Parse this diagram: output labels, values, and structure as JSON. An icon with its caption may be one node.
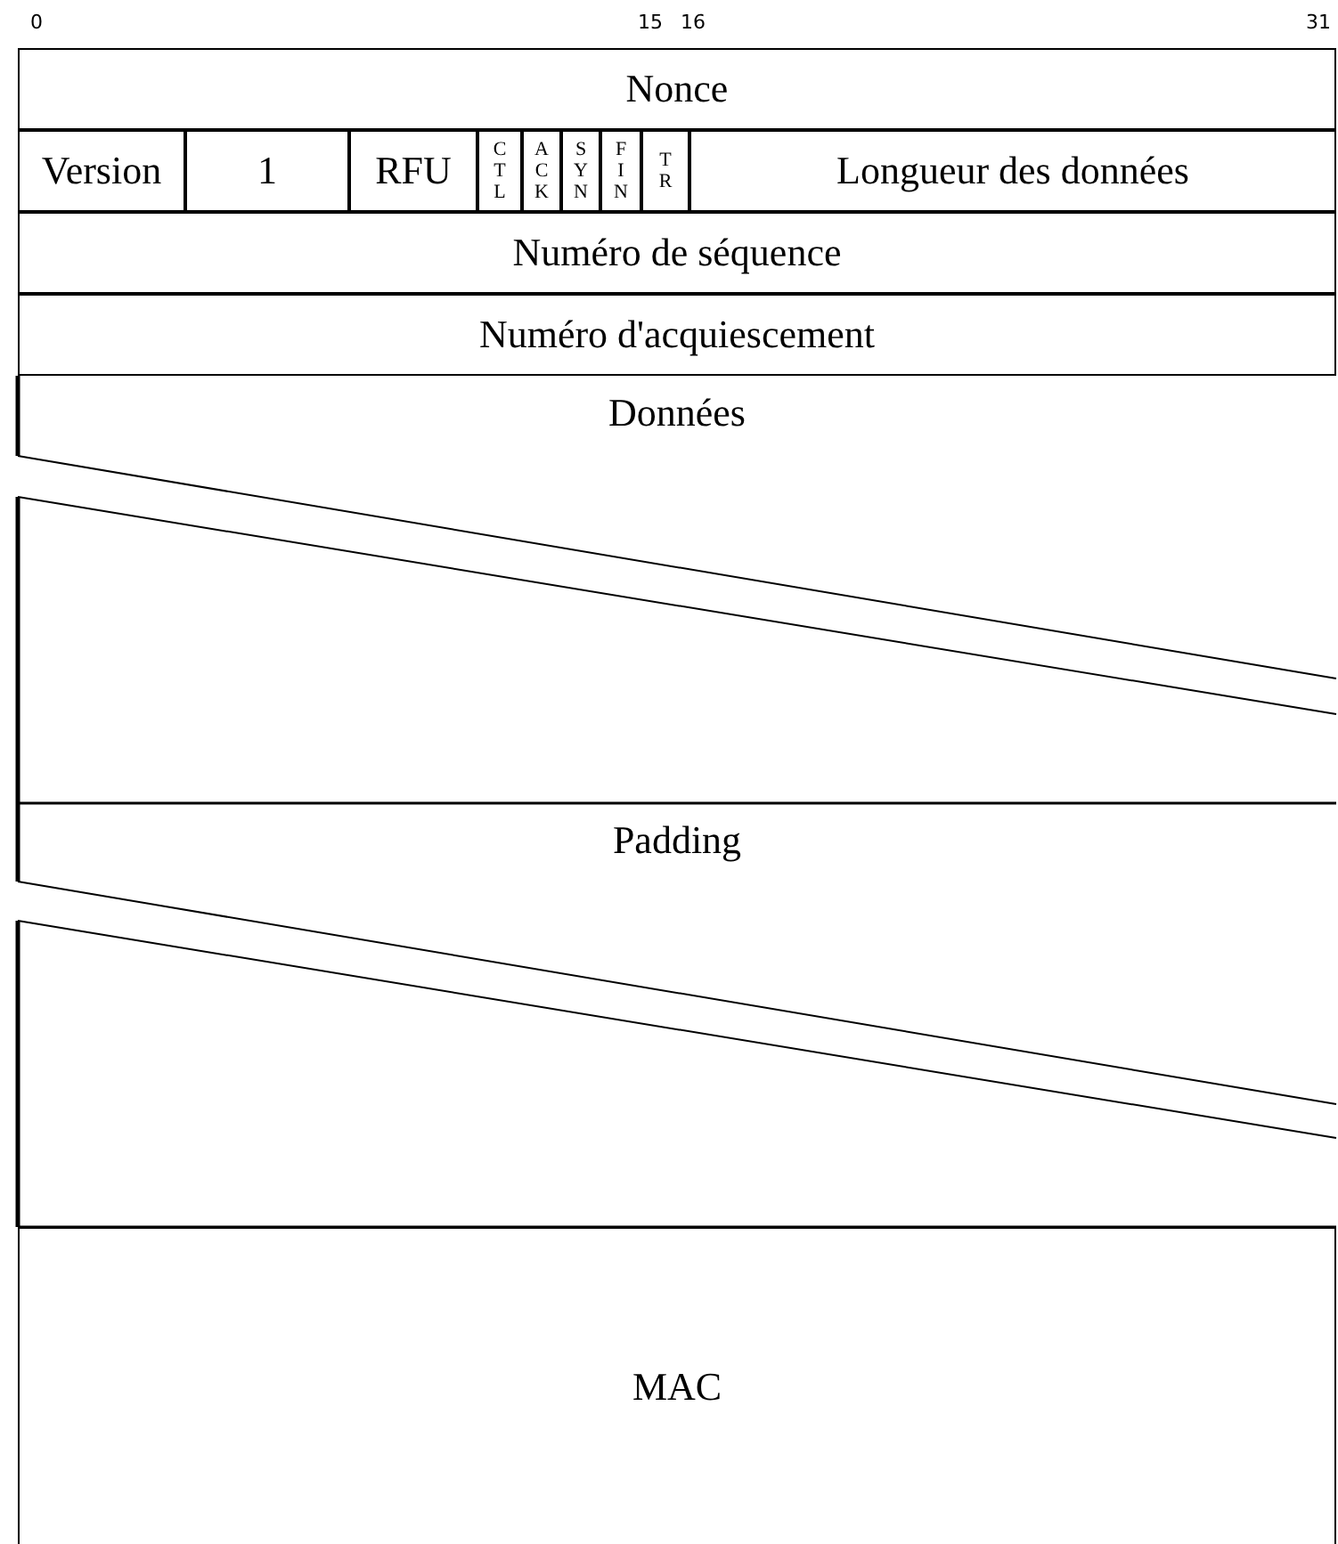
{
  "diagram": {
    "nodes": [
      {
        "text": [
          "Nonce"
        ]
      },
      {
        "text": [
          "Version"
        ]
      },
      {
        "text": [
          "1"
        ]
      },
      {
        "text": [
          "RFU"
        ]
      },
      {
        "text": [
          "C T L"
        ]
      },
      {
        "text": [
          "A C K"
        ]
      },
      {
        "text": [
          "S Y N"
        ]
      },
      {
        "text": [
          "F I N"
        ]
      },
      {
        "text": [
          "T R"
        ]
      },
      {
        "text": [
          "Longueur des données"
        ]
      },
      {
        "text": [
          "Numéro de séquence"
        ]
      },
      {
        "text": [
          "Numéro d'acquiescement"
        ]
      },
      {
        "text": [
          "Données"
        ]
      },
      {
        "text": [
          "Padding"
        ]
      },
      {
        "text": [
          "MAC"
        ]
      }
    ],
    "labels": [
      "0",
      "15",
      "16",
      "31"
    ]
  }
}
